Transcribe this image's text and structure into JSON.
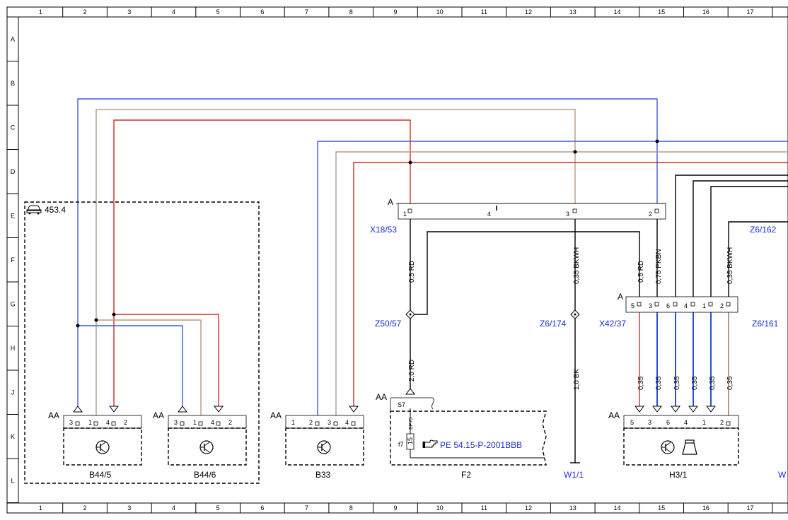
{
  "colors": {
    "blue": "#3b5bd9",
    "brown": "#b39b85",
    "red": "#d42a2a",
    "black": "#000000",
    "label_blue": "#1a2fd6"
  },
  "grid": {
    "columns": [
      "1",
      "2",
      "3",
      "4",
      "5",
      "6",
      "7",
      "8",
      "9",
      "10",
      "11",
      "12",
      "13",
      "14",
      "15",
      "16",
      "17"
    ],
    "rows": [
      "A",
      "B",
      "C",
      "D",
      "E",
      "F",
      "G",
      "H",
      "J",
      "K",
      "L"
    ]
  },
  "components": {
    "group_453": "453.4",
    "b44_5": "B44/5",
    "b44_6": "B44/6",
    "b33": "B33",
    "f2": "F2",
    "w1_1": "W1/1",
    "h3_1": "H3/1",
    "w_partial": "W"
  },
  "connectors": {
    "x18_53": "X18/53",
    "x42_37": "X42/37",
    "z50_57": "Z50/57",
    "z6_174": "Z6/174",
    "z6_162": "Z6/162",
    "z6_161": "Z6/161",
    "aa": "AA",
    "a": "A",
    "s7": "S7",
    "f7": "f7",
    "pin_15": "15",
    "bp75": "BP75"
  },
  "reference": {
    "text": "PE 54.15-P-2001BBB"
  },
  "pins": {
    "x18": [
      "1",
      "4",
      "3",
      "2"
    ],
    "x42": [
      "5",
      "3",
      "6",
      "4",
      "1",
      "2"
    ],
    "b44_5": [
      "3",
      "1",
      "4",
      "2"
    ],
    "b44_6": [
      "3",
      "1",
      "4",
      "2"
    ],
    "b33": [
      "1",
      "2",
      "3",
      "4"
    ],
    "h3_1": [
      "5",
      "3",
      "6",
      "4",
      "1",
      "2"
    ]
  },
  "wire_labels": {
    "rd05": "0,5 RD",
    "rd20": "2,0 RD",
    "bkwh035": "0,35 BKWH",
    "bk10": "1,0 BK",
    "pkbn075": "0,75 PKBN",
    "g035": "0,35"
  }
}
